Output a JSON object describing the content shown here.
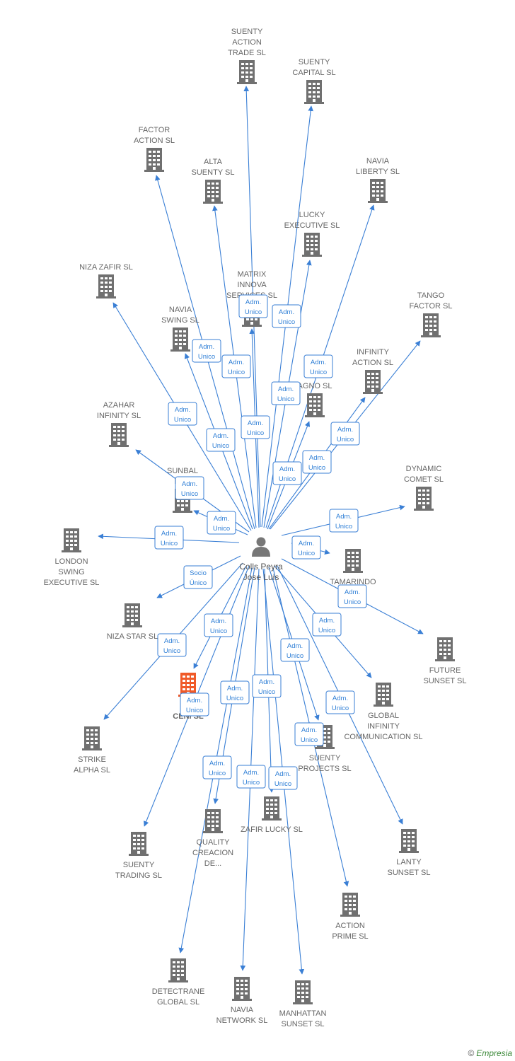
{
  "diagram": {
    "center": {
      "id": "center",
      "label": [
        "Colls Peyra",
        "Jose Luis"
      ]
    },
    "colors": {
      "edge": "#3a7fd5",
      "building": "#707070",
      "highlight": "#f05a28",
      "label_border": "#3a7fd5"
    },
    "nodes": [
      {
        "id": "suenty-action-trade",
        "label": [
          "SUENTY",
          "ACTION",
          "TRADE SL"
        ]
      },
      {
        "id": "suenty-capital",
        "label": [
          "SUENTY",
          "CAPITAL SL"
        ]
      },
      {
        "id": "factor-action",
        "label": [
          "FACTOR",
          "ACTION SL"
        ]
      },
      {
        "id": "alta-suenty",
        "label": [
          "ALTA",
          "SUENTY SL"
        ]
      },
      {
        "id": "navia-liberty",
        "label": [
          "NAVIA",
          "LIBERTY SL"
        ]
      },
      {
        "id": "lucky-executive",
        "label": [
          "LUCKY",
          "EXECUTIVE SL"
        ]
      },
      {
        "id": "niza-zafir",
        "label": [
          "NIZA ZAFIR SL"
        ]
      },
      {
        "id": "matrix-innova",
        "label": [
          "MATRIX",
          "INNOVA",
          "SERVICES SL"
        ]
      },
      {
        "id": "tango-factor",
        "label": [
          "TANGO",
          "FACTOR SL"
        ]
      },
      {
        "id": "navia-swing",
        "label": [
          "NAVIA",
          "SWING SL"
        ]
      },
      {
        "id": "infinity-action",
        "label": [
          "INFINITY",
          "ACTION SL"
        ]
      },
      {
        "id": "k-agno",
        "label": [
          "K",
          "AGNO SL"
        ]
      },
      {
        "id": "azahar-infinity",
        "label": [
          "AZAHAR",
          "INFINITY SL"
        ]
      },
      {
        "id": "sunbal-dyn",
        "label": [
          "SUNBAL",
          "DYN"
        ]
      },
      {
        "id": "dynamic-comet",
        "label": [
          "DYNAMIC",
          "COMET SL"
        ]
      },
      {
        "id": "london-swing",
        "label": [
          "LONDON",
          "SWING",
          "EXECUTIVE SL"
        ]
      },
      {
        "id": "tamarindo",
        "label": [
          "TAMARINDO"
        ]
      },
      {
        "id": "niza-star",
        "label": [
          "NIZA STAR SL"
        ]
      },
      {
        "id": "future-sunset",
        "label": [
          "FUTURE",
          "SUNSET SL"
        ]
      },
      {
        "id": "a-ceni",
        "label": [
          "A",
          "CENI   SL"
        ],
        "highlight": true
      },
      {
        "id": "global-infinity",
        "label": [
          "GLOBAL",
          "INFINITY",
          "COMMUNICATION SL"
        ]
      },
      {
        "id": "strike-alpha",
        "label": [
          "STRIKE",
          "ALPHA SL"
        ]
      },
      {
        "id": "suenty-projects",
        "label": [
          "SUENTY",
          "PROJECTS SL"
        ]
      },
      {
        "id": "zafir-lucky",
        "label": [
          "ZAFIR LUCKY SL"
        ]
      },
      {
        "id": "suenty-trading",
        "label": [
          "SUENTY",
          "TRADING SL"
        ]
      },
      {
        "id": "quality-creacion",
        "label": [
          "QUALITY",
          "CREACION",
          "DE..."
        ]
      },
      {
        "id": "lanty-sunset",
        "label": [
          "LANTY",
          "SUNSET SL"
        ]
      },
      {
        "id": "action-prime",
        "label": [
          "ACTION",
          "PRIME SL"
        ]
      },
      {
        "id": "detectrane-global",
        "label": [
          "DETECTRANE",
          "GLOBAL  SL"
        ]
      },
      {
        "id": "navia-network",
        "label": [
          "NAVIA",
          "NETWORK SL"
        ]
      },
      {
        "id": "manhattan-sunset",
        "label": [
          "MANHATTAN",
          "SUNSET SL"
        ]
      }
    ],
    "edges": [
      {
        "to": "suenty-action-trade",
        "label": [
          "Adm.",
          "Unico"
        ]
      },
      {
        "to": "suenty-capital",
        "label": [
          "Adm.",
          "Unico"
        ]
      },
      {
        "to": "factor-action",
        "label": [
          "Adm.",
          "Unico"
        ]
      },
      {
        "to": "alta-suenty",
        "label": [
          "Adm.",
          "Unico"
        ]
      },
      {
        "to": "navia-liberty",
        "label": [
          "Adm.",
          "Unico"
        ]
      },
      {
        "to": "lucky-executive",
        "label": [
          "Adm.",
          "Unico"
        ]
      },
      {
        "to": "niza-zafir",
        "label": [
          "Adm.",
          "Unico"
        ]
      },
      {
        "to": "matrix-innova",
        "label": [
          "Adm.",
          "Unico"
        ]
      },
      {
        "to": "tango-factor",
        "label": [
          "Adm.",
          "Unico"
        ]
      },
      {
        "to": "navia-swing",
        "label": [
          "Adm.",
          "Unico"
        ]
      },
      {
        "to": "infinity-action",
        "label": [
          "Adm.",
          "Unico"
        ]
      },
      {
        "to": "k-agno",
        "label": [
          "Adm.",
          "Unico"
        ]
      },
      {
        "to": "azahar-infinity",
        "label": [
          "Adm.",
          "Unico"
        ]
      },
      {
        "to": "sunbal-dyn",
        "label": [
          "Adm.",
          "Unico"
        ]
      },
      {
        "to": "dynamic-comet",
        "label": [
          "Adm.",
          "Unico"
        ]
      },
      {
        "to": "london-swing",
        "label": [
          "Adm.",
          "Unico"
        ]
      },
      {
        "to": "tamarindo",
        "label": [
          "Adm.",
          "Unico"
        ]
      },
      {
        "to": "niza-star",
        "label": [
          "Socio",
          "Único"
        ]
      },
      {
        "to": "future-sunset",
        "label": [
          "Adm.",
          "Unico"
        ]
      },
      {
        "to": "a-ceni",
        "label": [
          "Adm.",
          "Unico"
        ]
      },
      {
        "to": "global-infinity",
        "label": [
          "Adm.",
          "Unico"
        ]
      },
      {
        "to": "strike-alpha",
        "label": [
          "Adm.",
          "Unico"
        ]
      },
      {
        "to": "suenty-projects",
        "label": [
          "Adm.",
          "Unico"
        ]
      },
      {
        "to": "zafir-lucky",
        "label": [
          "Adm.",
          "Unico"
        ]
      },
      {
        "to": "suenty-trading",
        "label": [
          "Adm.",
          "Unico"
        ]
      },
      {
        "to": "quality-creacion",
        "label": [
          "Adm.",
          "Unico"
        ]
      },
      {
        "to": "lanty-sunset",
        "label": [
          "Adm.",
          "Unico"
        ]
      },
      {
        "to": "action-prime",
        "label": [
          "Adm.",
          "Unico"
        ]
      },
      {
        "to": "detectrane-global",
        "label": [
          "Adm.",
          "Unico"
        ]
      },
      {
        "to": "navia-network",
        "label": [
          "Adm.",
          "Unico"
        ]
      },
      {
        "to": "manhattan-sunset",
        "label": [
          "Adm.",
          "Unico"
        ]
      }
    ]
  },
  "credit": {
    "symbol": "©",
    "brand": "Empresia"
  }
}
